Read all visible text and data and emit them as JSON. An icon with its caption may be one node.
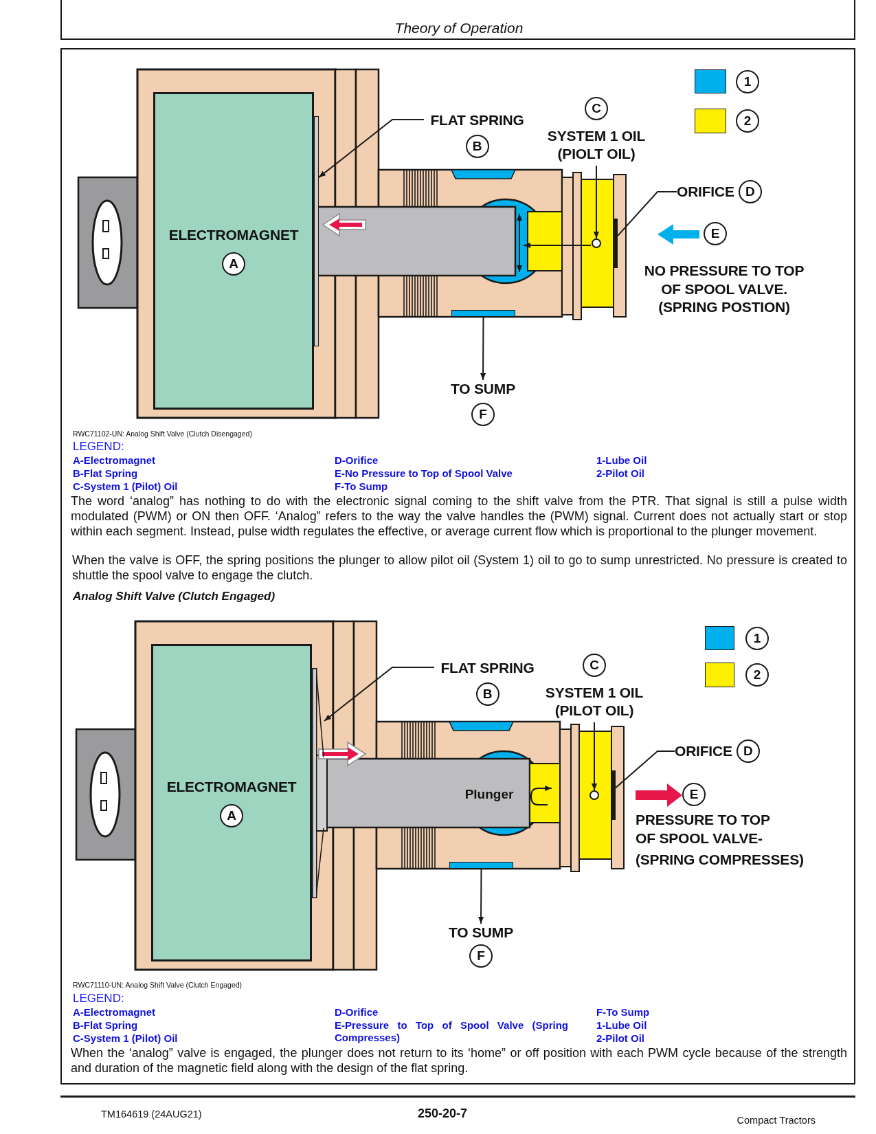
{
  "diagram": {
    "title": "Theory of Operation",
    "nodes": [
      {
        "text": [
          "ELECTROMAGNET",
          "A"
        ]
      },
      {
        "text": [
          "FLAT SPRING",
          "B"
        ]
      },
      {
        "text": [],
        "shape": "bar"
      },
      {
        "text": [
          "C",
          "SYSTEM 1 OIL (PIOLT OIL)"
        ]
      },
      {
        "text": [],
        "shape": "circle"
      },
      {
        "text": [
          "ORIFICE",
          "D"
        ]
      },
      {
        "text": [],
        "shape": "bar"
      },
      {
        "text": [],
        "shape": "bar"
      },
      {
        "text": [
          "TO SUMP",
          "F"
        ]
      },
      {
        "text": [
          "ELECTROMAGNET",
          "A"
        ]
      },
      {
        "text": [
          "FLAT SPRING",
          "B"
        ]
      },
      {
        "text": [],
        "shape": "bar"
      },
      {
        "text": [
          "C",
          "SYSTEM 1 OIL (PILOT OIL)"
        ]
      },
      {
        "text": [],
        "shape": "circle"
      },
      {
        "text": [
          "ORIFICE",
          "D"
        ]
      },
      {
        "text": [],
        "shape": "bar"
      },
      {
        "text": [],
        "shape": "bar"
      },
      {
        "text": [
          "TO SUMP",
          "F"
        ]
      },
      {
        "text": [
          "E"
        ]
      },
      {
        "text": [
          "E"
        ]
      }
    ],
    "edges": [
      {
        "from": 1,
        "to": 2,
        "arrow": "to"
      },
      {
        "from": 3,
        "to": 4,
        "arrow": "to"
      },
      {
        "from": 5,
        "to": 6,
        "arrow": "none"
      },
      {
        "from": 7,
        "to": 8,
        "arrow": "to"
      },
      {
        "from": 10,
        "to": 11,
        "arrow": "to"
      },
      {
        "from": 12,
        "to": 13,
        "arrow": "to"
      },
      {
        "from": 14,
        "to": 15,
        "arrow": "none"
      },
      {
        "from": 16,
        "to": 17,
        "arrow": "to"
      },
      {
        "from": null,
        "to": 19,
        "arrow": "to",
        "style": "thick",
        "color": "#e8174a"
      }
    ],
    "labels": [
      "NO PRESSURE TO TOP OF SPOOL VALVE.",
      "(SPRING POSTION)",
      "RWC71102-UN: Analog Shift Valve (Clutch Disengaged)",
      "LEGEND:",
      "A-Electromagnet",
      "D-Orifice",
      "1-Lube Oil",
      "B-Flat Spring",
      "E-No Pressure to Top of Spool Valve",
      "2-Pilot Oil",
      "C-System 1 (Pilot) Oil",
      "F-To Sump",
      "The word ‘analog” has nothing to do with the electronic signal coming to the shift valve from the PTR. That signal is still a pulse width modulated (PWM) or ON then OFF. ‘Analog” refers to the way the valve handles the (PWM) signal. Current does not actually start or stop within each segment. Instead, pulse width regulates the effective, or average current flow which is proportional to the plunger movement.",
      "When the valve is OFF, the spring positions the plunger to allow pilot oil (System 1) oil to go to sump unrestricted. No pressure is created to shuttle the spool valve to engage the clutch.",
      "Analog Shift Valve (Clutch Engaged)",
      "Plunger",
      "PRESSURE TO TOP OF SPOOL VALVE-",
      "(SPRING COMPRESSES)",
      "RWC71110-UN: Analog Shift Valve (Clutch Engaged)",
      "LEGEND:",
      "A-Electromagnet",
      "D-Orifice",
      "F-To Sump",
      "B-Flat Spring",
      "E-Pressure to Top of Spool Valve (Spring Compresses)",
      "1-Lube Oil",
      "C-System 1 (Pilot) Oil",
      "2-Pilot Oil",
      "When the ‘analog” valve is engaged, the plunger does not return to its ‘home” or off position with each PWM cycle because of the strength and duration of the magnetic field along with the design of the flat spring.",
      "TM164619 (24AUG21)",
      "250-20-7",
      "Compact Tractors"
    ],
    "legend": [
      {
        "text": "1",
        "color": "#00b0ec"
      },
      {
        "text": "2",
        "color": "#ffef00"
      },
      {
        "text": "1",
        "color": "#00b0ec"
      },
      {
        "text": "2",
        "color": "#ffef00"
      }
    ]
  }
}
